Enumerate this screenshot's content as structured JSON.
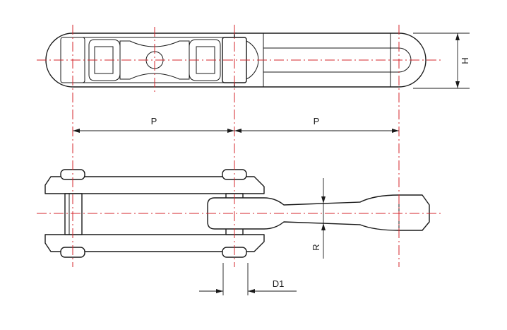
{
  "labels": {
    "pitch_1": "P",
    "pitch_2": "P",
    "height": "H",
    "radius": "R",
    "pin_diameter": "D1"
  },
  "colors": {
    "outline": "#1a1a1a",
    "centerline": "#d4242b",
    "background": "#ffffff"
  }
}
